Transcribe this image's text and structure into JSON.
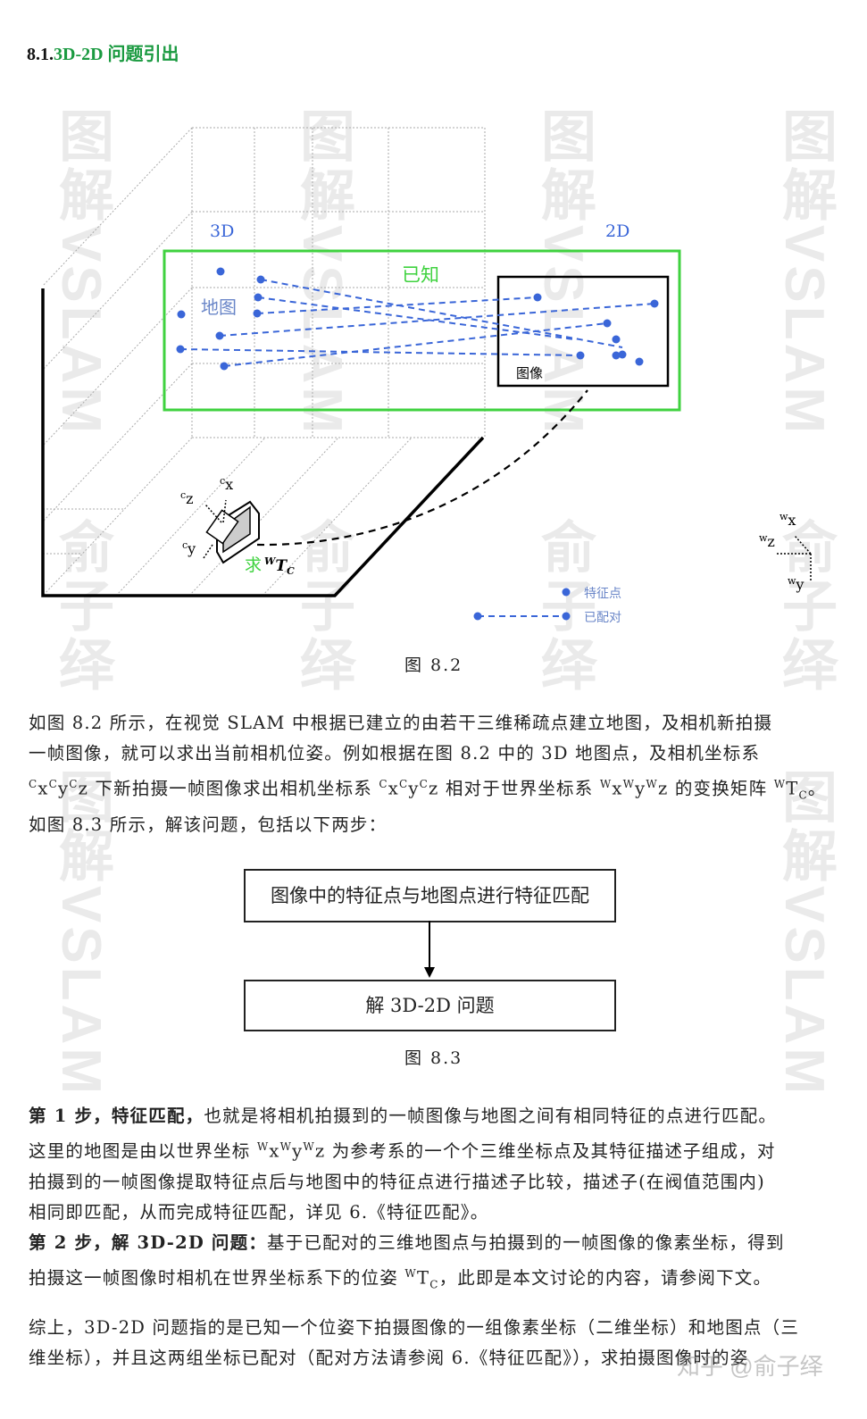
{
  "heading": {
    "number": "8.1.",
    "title": "3D-2D 问题引出"
  },
  "watermarks": {
    "vertical": "图解VSLAM",
    "name": "俞子绎",
    "site": "知乎 @俞子绎"
  },
  "figure82": {
    "label_3d": "3D",
    "label_2d": "2D",
    "known": "已知",
    "map": "地图",
    "image": "图像",
    "solve": "求",
    "transform": "WTC",
    "camera_axes": [
      "cx",
      "cy",
      "cz"
    ],
    "world_axes": [
      "wx",
      "wy",
      "wz"
    ],
    "legend": {
      "feature": "特征点",
      "matched": "已配对"
    },
    "colors": {
      "points": "#3a66d8",
      "known_box": "#3fd23f",
      "grid": "#999999"
    },
    "caption": "图 8.2"
  },
  "para1": {
    "l1": "如图 8.2 所示，在视觉 SLAM 中根据已建立的由若干三维稀疏点建立地图，及相机新拍摄",
    "l2": "一帧图像，就可以求出当前相机位姿。例如根据在图 8.2 中的 3D 地图点，及相机坐标系",
    "l3a": "下新拍摄一帧图像求出相机坐标系",
    "l3b": "相对于世界坐标系",
    "l3c": "的变换矩阵",
    "l4": "如图 8.3 所示，解该问题，包括以下两步："
  },
  "figure83": {
    "step1": "图像中的特征点与地图点进行特征匹配",
    "step2": "解 3D-2D 问题",
    "caption": "图 8.3"
  },
  "steps": {
    "s1_label": "第 1 步，特征匹配，",
    "s1_l1": "也就是将相机拍摄到的一帧图像与地图之间有相同特征的点进行匹配。",
    "s1_l2a": "这里的地图是由以世界坐标",
    "s1_l2b": "为参考系的一个个三维坐标点及其特征描述子组成，对",
    "s1_l3": "拍摄到的一帧图像提取特征点后与地图中的特征点进行描述子比较，描述子(在阀值范围内)",
    "s1_l4": "相同即匹配，从而完成特征匹配，详见 6.《特征匹配》。",
    "s2_label": "第 2 步，解 3D-2D 问题：",
    "s2_l1": "基于已配对的三维地图点与拍摄到的一帧图像的像素坐标，得到",
    "s2_l2a": "拍摄这一帧图像时相机在世界坐标系下的位姿",
    "s2_l2b": "，此即是本文讨论的内容，请参阅下文。"
  },
  "summary": {
    "l1": "综上，3D-2D 问题指的是已知一个位姿下拍摄图像的一组像素坐标（二维坐标）和地图点（三",
    "l2": "维坐标），并且这两组坐标已配对（配对方法请参阅 6.《特征匹配》），求拍摄图像时的姿"
  }
}
